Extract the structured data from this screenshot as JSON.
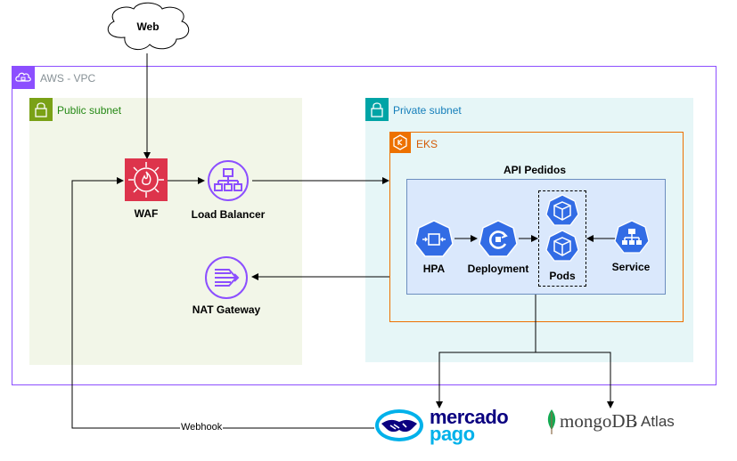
{
  "internet": {
    "label": "Web"
  },
  "vpc": {
    "label": "AWS - VPC",
    "color": "#8C4FFF"
  },
  "public_subnet": {
    "label": "Public subnet",
    "color": "#7AA116",
    "fill": "#F2F6E8"
  },
  "private_subnet": {
    "label": "Private subnet",
    "color": "#00A4A6",
    "fill": "#E6F6F7"
  },
  "eks": {
    "label": "EKS",
    "color": "#ED7100"
  },
  "api": {
    "label": "API Pedidos",
    "fill": "#DAE8FC",
    "border": "#6C8EBF"
  },
  "nodes": {
    "waf": "WAF",
    "load_balancer": "Load Balancer",
    "nat_gateway": "NAT Gateway",
    "hpa": "HPA",
    "deployment": "Deployment",
    "pods": "Pods",
    "service": "Service"
  },
  "edges": {
    "webhook": "Webhook"
  },
  "external": {
    "mercadopago_line1": "mercado",
    "mercadopago_line2": "pago",
    "mongodb": "mongoDB",
    "atlas": "Atlas"
  },
  "colors": {
    "waf": "#DD344C",
    "networking": "#8C4FFF",
    "k8s": "#326CE5",
    "mercadopago": "#0A0080",
    "mercadopago_accent": "#00B1EA",
    "mongo_leaf": "#13AA52"
  }
}
